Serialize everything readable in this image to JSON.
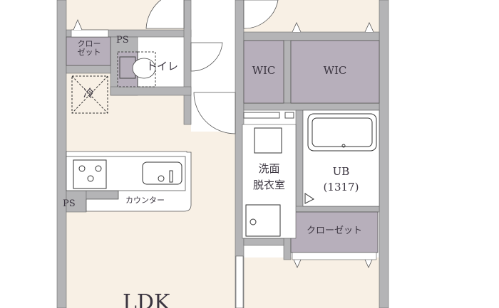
{
  "rooms": {
    "closet_left": "クロー\nゼット",
    "ps_top": "PS",
    "toilet": "トイレ",
    "fridge": "冷",
    "wic_1": "WIC",
    "wic_2": "WIC",
    "washroom_line1": "洗面",
    "washroom_line2": "脱衣室",
    "ub_line1": "UB",
    "ub_line2": "(1317)",
    "counter": "カウンター",
    "ps_kitchen": "PS",
    "closet_bottom": "クローゼット",
    "ldk": "LDK"
  },
  "colors": {
    "wall": "#b4b4b6",
    "floor": "#f8f0e5",
    "closet": "#b7afbb",
    "wet": "#ffffff",
    "line": "#4a4a4a"
  }
}
